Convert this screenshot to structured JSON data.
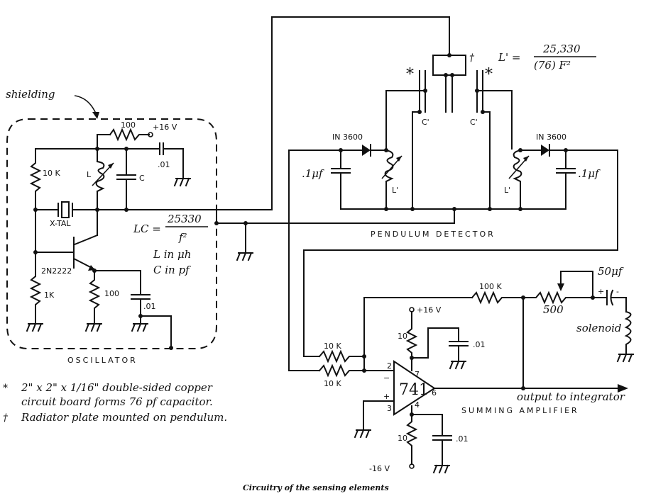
{
  "title_caption": "Circuitry of the sensing elements",
  "annotations": {
    "shielding": "shielding",
    "oscillator": "OSCILLATOR",
    "pendulum_detector": "PENDULUM DETECTOR",
    "summing_amplifier": "SUMMING AMPLIFIER",
    "output_to_integrator": "output to integrator",
    "solenoid": "solenoid"
  },
  "oscillator": {
    "r_supply": "100",
    "supply": "+16 V",
    "cap_bypass": ".01",
    "r_bias": "10 K",
    "inductor": "L",
    "capacitor": "C",
    "crystal": "X-TAL",
    "transistor": "2N2222",
    "r_base": "1K",
    "r_emitter": "100",
    "cap_emitter": ".01",
    "formula_lhs": "LC =",
    "formula_num": "25330",
    "formula_den": "f²",
    "unit_l": "L in μh",
    "unit_c": "C in pf"
  },
  "detector": {
    "diode_left": "IN 3600",
    "diode_right": "IN 3600",
    "cap_left": ".1μf",
    "cap_right": ".1μf",
    "inductor_left": "L'",
    "inductor_right": "L'",
    "cprime_left": "C'",
    "cprime_right": "C'",
    "star_left": "*",
    "star_right": "*",
    "dagger": "†",
    "formula_lhs": "L' =",
    "formula_num": "25,330",
    "formula_den": "(76) F²"
  },
  "amplifier": {
    "r_in1": "10 K",
    "r_in2": "10 K",
    "r_feedback": "100 K",
    "pot": "500",
    "cap_solenoid": "50μf",
    "cap_plus": "+",
    "cap_minus": "-",
    "supply_pos": "+16 V",
    "supply_neg": "-16 V",
    "r_pos": "10",
    "r_neg": "10",
    "cap_pos": ".01",
    "cap_neg": ".01",
    "opamp": "741",
    "pin2": "2",
    "pin3": "3",
    "pin4": "4",
    "pin6": "6",
    "pin7": "7",
    "minus": "−",
    "plus": "+"
  },
  "notes": [
    {
      "mark": "*",
      "text": "2\" x 2\" x 1/16\" double-sided copper"
    },
    {
      "mark": "",
      "text": "circuit board forms 76 pf capacitor."
    },
    {
      "mark": "†",
      "text": "Radiator plate mounted on pendulum."
    }
  ]
}
